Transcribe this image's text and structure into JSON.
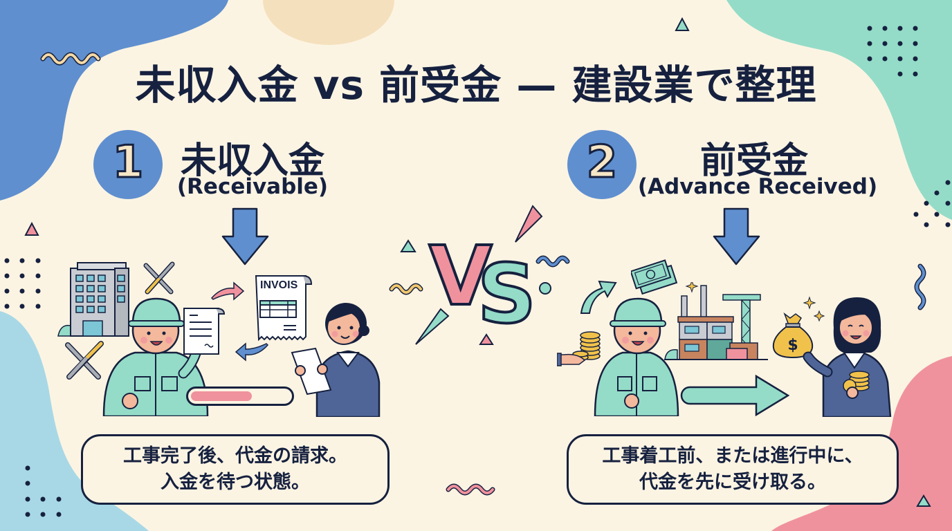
{
  "title": "未収入金 vs 前受金 — 建設業で整理",
  "colors": {
    "background": "#fcf4e3",
    "text": "#16213f",
    "blue": "#5f8fcf",
    "mint": "#94dcc8",
    "pink": "#f0929e",
    "light_blue": "#a8d8e6",
    "peach": "#f5e0bd",
    "gold": "#f1c24b"
  },
  "left": {
    "number": "1",
    "heading_jp": "未収入金",
    "heading_en": "(Receivable)",
    "invoice_label": "INVOIS",
    "description": [
      "工事完了後、代金の請求。",
      "入金を待つ状態。"
    ],
    "progress_percent": 60,
    "icons": [
      "building-icon",
      "wrench-screwdriver-icon",
      "document-icon",
      "invoice-icon",
      "arrow-down-icon",
      "progress-bar"
    ]
  },
  "center": {
    "vs_v": "V",
    "vs_s": "S"
  },
  "right": {
    "number": "2",
    "heading_jp": "前受金",
    "heading_en": "(Advance Received)",
    "money_symbol": "$",
    "description": [
      "工事着工前、または進行中に、",
      "代金を先に受け取る。"
    ],
    "icons": [
      "coins-icon",
      "banknotes-icon",
      "construction-site-icon",
      "money-bag-icon",
      "arrow-right-icon",
      "arrow-down-icon"
    ]
  }
}
